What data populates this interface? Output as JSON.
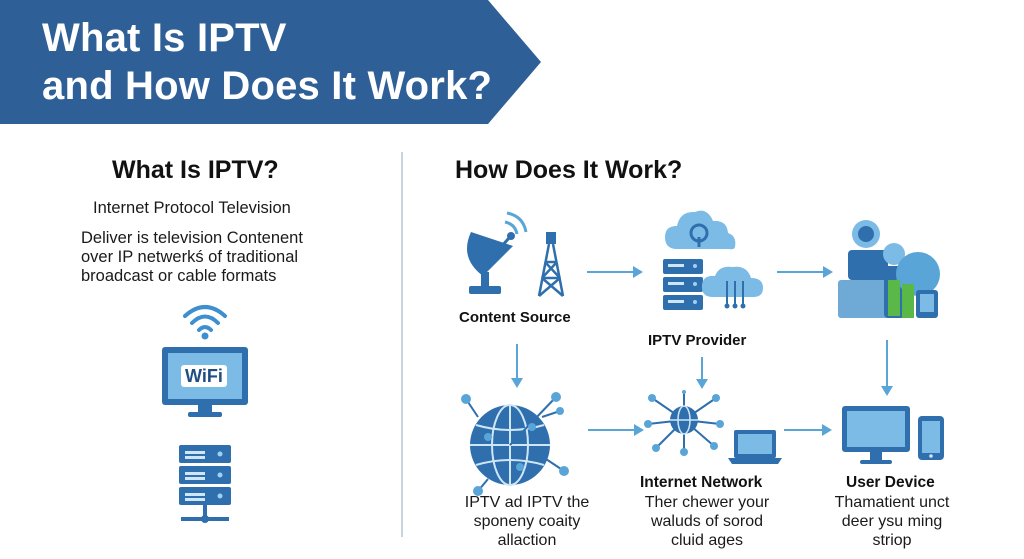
{
  "banner": {
    "title_line1": "What Is IPTV",
    "title_line2": "and How Does It Work?",
    "color": "#2f5f97"
  },
  "left_panel": {
    "heading": "What Is IPTV?",
    "subtitle": "Internet Protocol Television",
    "description_lines": [
      "Deliver is television Contenent",
      "over IP netwerkś of traditional",
      "broadcast or cable formats"
    ],
    "monitor_text": "WiFi"
  },
  "right_panel": {
    "heading": "How Does It Work?",
    "nodes": {
      "content_source": {
        "label": "Content Source"
      },
      "iptv_provider": {
        "label": "IPTV Provider"
      },
      "internet_network": {
        "label": "Internet Network"
      },
      "user_device": {
        "label": "User Device"
      }
    },
    "captions": {
      "globe": [
        "IPTV ad IPTV the",
        "sponeny coaity",
        "allaction"
      ],
      "network": [
        "Ther chewer your",
        "waluds of sorod",
        "cluid ages"
      ],
      "device": [
        "Thamatient unct",
        "deer ysu ming",
        "striop"
      ]
    }
  },
  "colors": {
    "accent": "#2f6fad",
    "light_blue": "#6fb0dd",
    "arrow": "#5aa5d8",
    "green": "#59b848"
  }
}
